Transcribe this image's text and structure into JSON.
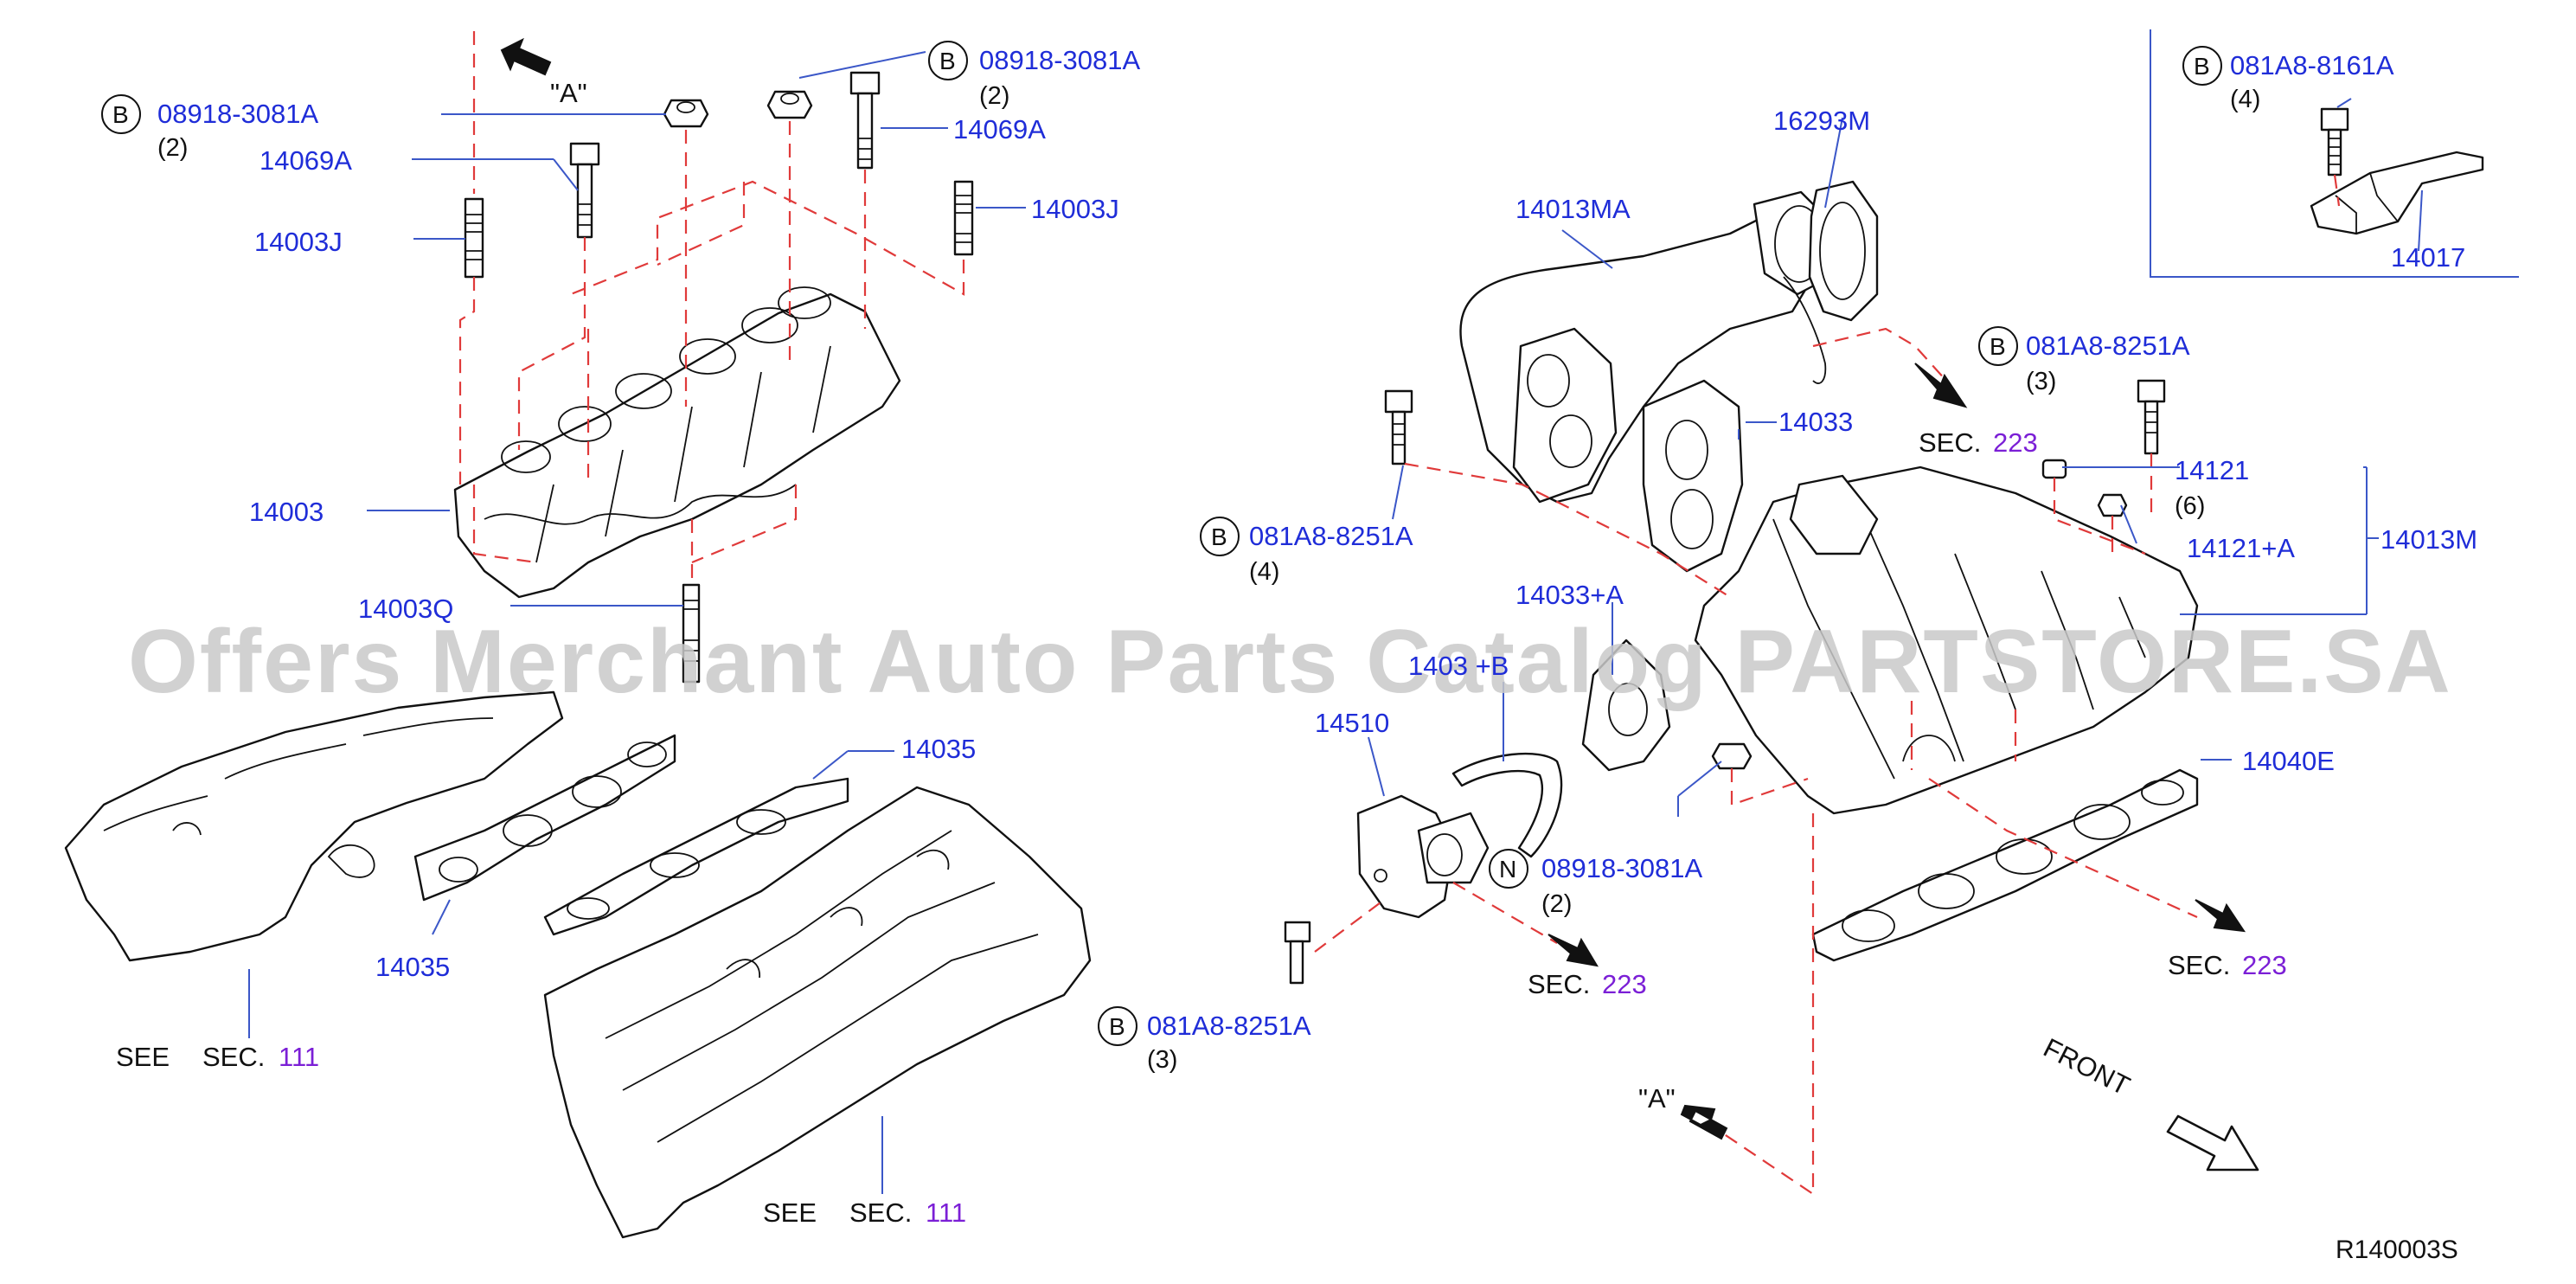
{
  "labels": {
    "bolt_b_left": "08918-3081A",
    "bolt_b_left_qty": "(2)",
    "bolt_b_top": "08918-3081A",
    "bolt_b_top_qty": "(2)",
    "bolt_14069a_left": "14069A",
    "bolt_14069a_right": "14069A",
    "stud_14003j_left": "14003J",
    "stud_14003j_right": "14003J",
    "manifold_14003": "14003",
    "stud_14003q": "14003Q",
    "gasket_14035_right": "14035",
    "gasket_14035_left": "14035",
    "a_ref_top": "\"A\"",
    "a_ref_bottom": "\"A\"",
    "see_left": "SEE",
    "sec_left_prefix": "SEC.",
    "sec_left_num": "111",
    "see_bottom": "SEE",
    "sec_bottom_prefix": "SEC.",
    "sec_bottom_num": "111",
    "p_16293m": "16293M",
    "p_14013ma": "14013MA",
    "p_14033": "14033",
    "p_14033a": "14033+A",
    "p_1403b": "1403  +B",
    "p_14510": "14510",
    "p_14121": "14121",
    "p_14121_qty": "(6)",
    "p_14121a": "14121+A",
    "p_14013m": "14013M",
    "p_14040e": "14040E",
    "p_14017": "14017",
    "b_8161a": "081A8-8161A",
    "b_8161a_qty": "(4)",
    "b_8251a_top": "081A8-8251A",
    "b_8251a_top_qty": "(3)",
    "b_8251a_mid": "081A8-8251A",
    "b_8251a_mid_qty": "(4)",
    "b_8251a_bot": "081A8-8251A",
    "b_8251a_bot_qty": "(3)",
    "n_3081a": "08918-3081A",
    "n_3081a_qty": "(2)",
    "sec_223_top_prefix": "SEC.",
    "sec_223_top_num": "223",
    "sec_223_mid_prefix": "SEC.",
    "sec_223_mid_num": "223",
    "sec_223_right_prefix": "SEC.",
    "sec_223_right_num": "223",
    "front": "FRONT",
    "circle_b": "B",
    "circle_n": "N",
    "drawing_code": "R140003S",
    "watermark": "Offers Merchant Auto Parts Catalog PARTSTORE.SA"
  },
  "colors": {
    "part_number": "#1f2dd8",
    "section_number": "#7b1fd6",
    "dashed_line": "#e03a3a",
    "leader": "#3b57c8",
    "watermark": "#c9c9c9"
  },
  "icons": [
    "arrow-icon",
    "front-arrow-icon",
    "bolt-icon",
    "nut-icon",
    "gasket-icon",
    "manifold-icon"
  ]
}
